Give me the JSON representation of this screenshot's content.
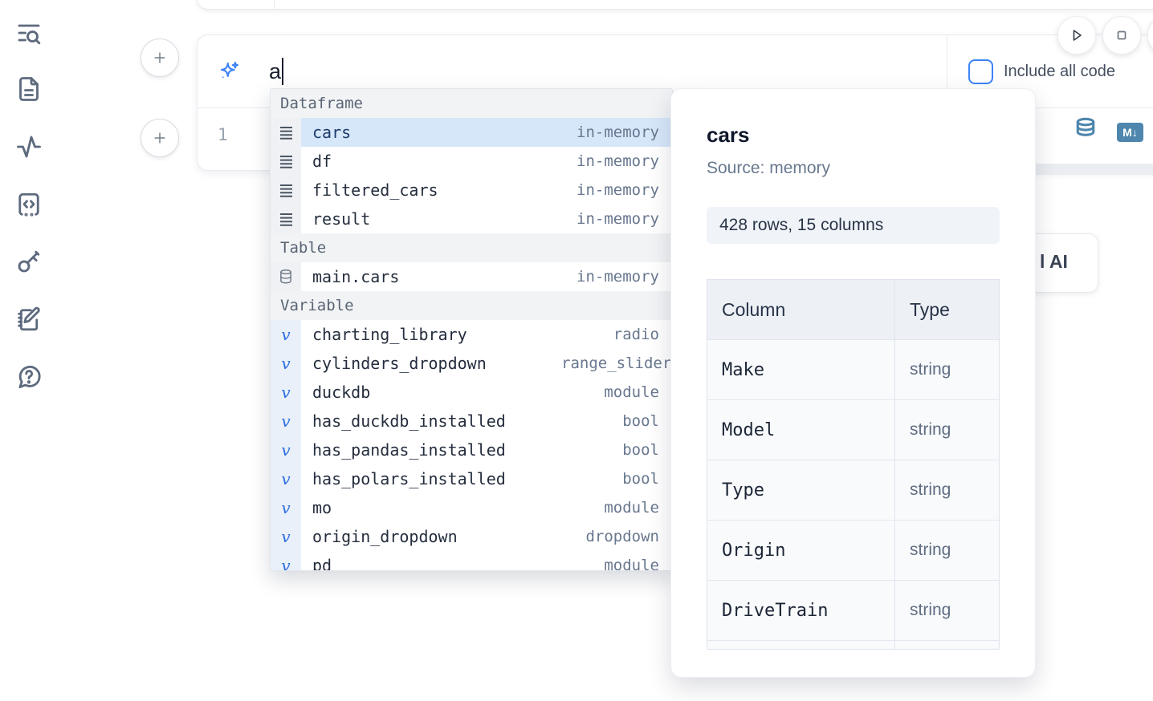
{
  "sidebar": {
    "icon_names": [
      "table-of-contents-search",
      "file-document",
      "activity-tracer",
      "code-snippets",
      "keyboard-shortcuts-key",
      "scratchpad-notebook",
      "help-chat"
    ]
  },
  "prompt": {
    "value": "a",
    "sparkle_icon": "sparkles-icon"
  },
  "run_controls": {
    "buttons": [
      "run-button",
      "stop-button",
      "partial-button"
    ]
  },
  "include_all_code": {
    "label": "Include all code",
    "checked": false
  },
  "editor": {
    "line_number": "1",
    "action_icons": [
      "database-icon",
      "markdown-icon"
    ]
  },
  "icons": {
    "markdown_badge": "M↓",
    "variable_glyph": "v"
  },
  "ai_button": {
    "visible_label": "l AI"
  },
  "autocomplete": {
    "rows": [
      {
        "kind": "header",
        "label": "Dataframe"
      },
      {
        "kind": "item",
        "icon": "dataframe",
        "label": "cars",
        "type": "in-memory",
        "selected": true
      },
      {
        "kind": "item",
        "icon": "dataframe",
        "label": "df",
        "type": "in-memory"
      },
      {
        "kind": "item",
        "icon": "dataframe",
        "label": "filtered_cars",
        "type": "in-memory"
      },
      {
        "kind": "item",
        "icon": "dataframe",
        "label": "result",
        "type": "in-memory"
      },
      {
        "kind": "header",
        "label": "Table"
      },
      {
        "kind": "item",
        "icon": "table",
        "label": "main.cars",
        "type": "in-memory"
      },
      {
        "kind": "header",
        "label": "Variable"
      },
      {
        "kind": "item",
        "icon": "variable",
        "label": "charting_library",
        "type": "radio"
      },
      {
        "kind": "item",
        "icon": "variable",
        "label": "cylinders_dropdown",
        "type": "range_slider"
      },
      {
        "kind": "item",
        "icon": "variable",
        "label": "duckdb",
        "type": "module"
      },
      {
        "kind": "item",
        "icon": "variable",
        "label": "has_duckdb_installed",
        "type": "bool"
      },
      {
        "kind": "item",
        "icon": "variable",
        "label": "has_pandas_installed",
        "type": "bool"
      },
      {
        "kind": "item",
        "icon": "variable",
        "label": "has_polars_installed",
        "type": "bool"
      },
      {
        "kind": "item",
        "icon": "variable",
        "label": "mo",
        "type": "module"
      },
      {
        "kind": "item",
        "icon": "variable",
        "label": "origin_dropdown",
        "type": "dropdown"
      },
      {
        "kind": "item",
        "icon": "variable",
        "label": "pd",
        "type": "module"
      }
    ]
  },
  "preview": {
    "title": "cars",
    "source": "Source: memory",
    "shape": "428 rows, 15 columns",
    "table": {
      "headers": [
        "Column",
        "Type"
      ],
      "rows": [
        [
          "Make",
          "string"
        ],
        [
          "Model",
          "string"
        ],
        [
          "Type",
          "string"
        ],
        [
          "Origin",
          "string"
        ],
        [
          "DriveTrain",
          "string"
        ],
        [
          "",
          ""
        ]
      ]
    }
  },
  "colors": {
    "accent_blue": "#3c82f6",
    "steel_blue": "#4e86ad",
    "selection_blue": "#d7e7fa",
    "sidebar_icon": "#5d6a7e",
    "badge_bg": "#f0f4f9"
  }
}
